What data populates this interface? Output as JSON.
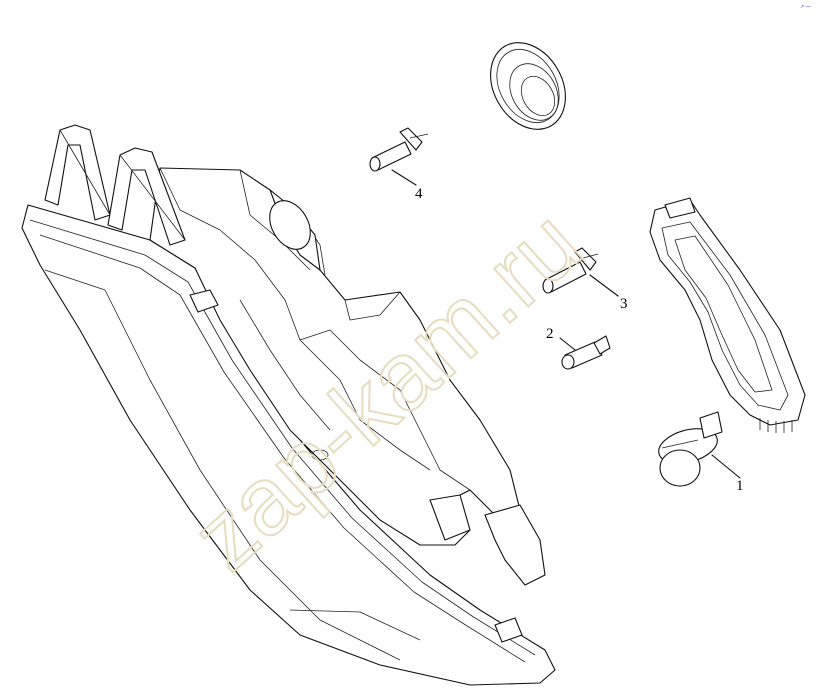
{
  "watermark": "zap-kam.ru",
  "corner_mark": "↗ —",
  "callouts": [
    {
      "id": "1",
      "label": "1"
    },
    {
      "id": "2",
      "label": "2"
    },
    {
      "id": "3",
      "label": "3"
    },
    {
      "id": "4",
      "label": "4"
    }
  ]
}
